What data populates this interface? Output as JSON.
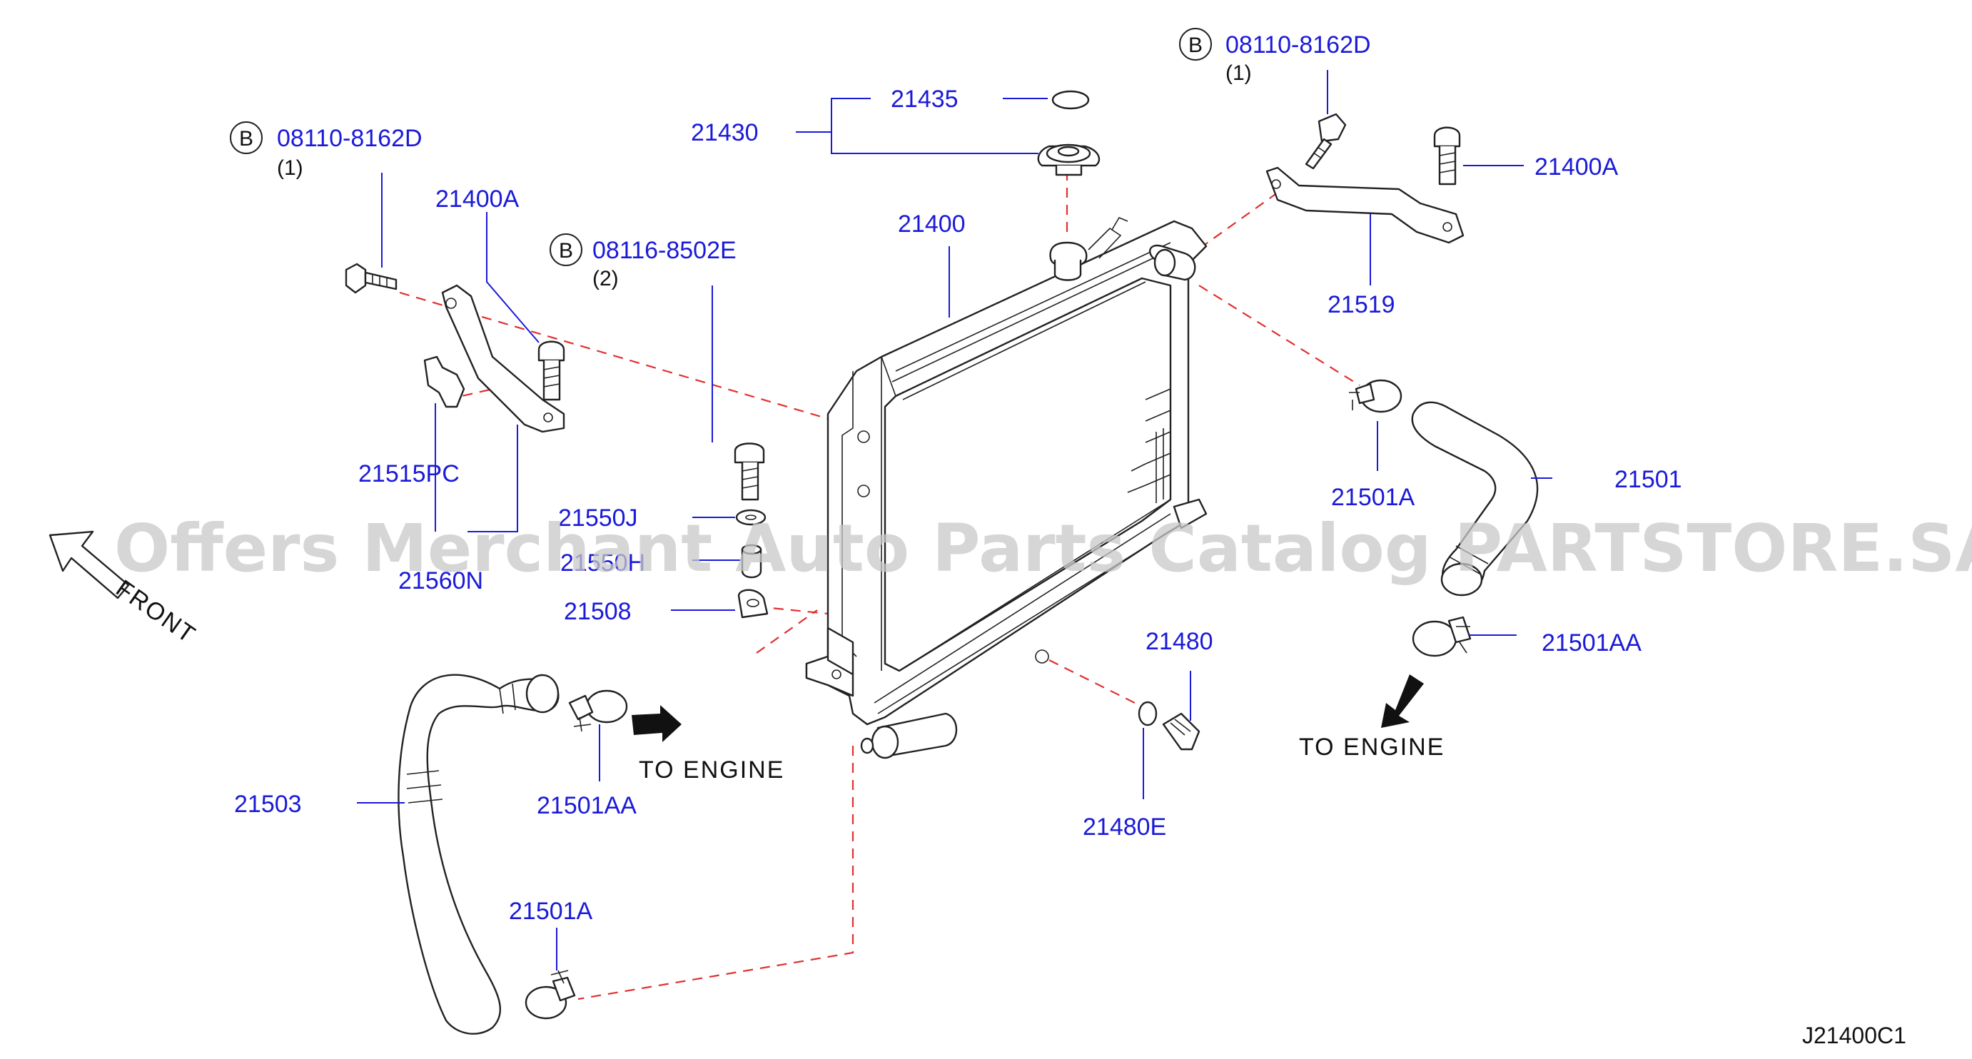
{
  "labels": {
    "p21435": "21435",
    "p21430": "21430",
    "p21400": "21400",
    "p21400A_left": "21400A",
    "p21400A_right": "21400A",
    "p21519": "21519",
    "p21515PC": "21515PC",
    "p21560N": "21560N",
    "p21550J": "21550J",
    "p21550H": "21550H",
    "p21508": "21508",
    "p21501A_upper": "21501A",
    "p21501": "21501",
    "p21501AA_right": "21501AA",
    "p21480": "21480",
    "p21480E": "21480E",
    "p21503": "21503",
    "p21501AA_left": "21501AA",
    "p21501A_lower": "21501A"
  },
  "bolts": {
    "left": {
      "mark": "B",
      "code": "08110-8162D",
      "qty": "(1)"
    },
    "middle": {
      "mark": "B",
      "code": "08116-8502E",
      "qty": "(2)"
    },
    "right": {
      "mark": "B",
      "code": "08110-8162D",
      "qty": "(1)"
    }
  },
  "notes": {
    "to_engine_left": "TO  ENGINE",
    "to_engine_right": "TO  ENGINE",
    "front": "FRONT"
  },
  "watermark": "Offers Merchant Auto Parts Catalog PARTSTORE.SA",
  "diagram_code": "J21400C1",
  "colors": {
    "part_number": "#1a1ad9",
    "centerline": "#e03030",
    "linework": "#222222"
  }
}
